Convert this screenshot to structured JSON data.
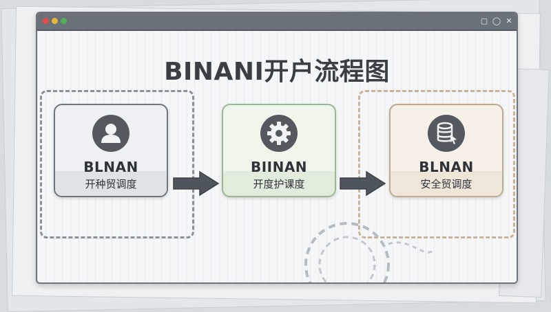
{
  "window": {
    "controls": [
      "▢",
      "◯",
      "✕"
    ]
  },
  "title": "BINANI开户流程图",
  "steps": [
    {
      "name": "BLNAN",
      "subtitle": "开种贸调度",
      "icon": "user-icon"
    },
    {
      "name": "BIINAN",
      "subtitle": "开度护课度",
      "icon": "gear-icon"
    },
    {
      "name": "BLNAN",
      "subtitle": "安全贸调度",
      "icon": "database-icon"
    }
  ],
  "colors": {
    "window_frame": "#6b7179",
    "icon_fill": "#54595f",
    "arrow_fill": "#4f555c",
    "card_user_border": "#6e747c",
    "card_gear_border": "#9ab693",
    "card_db_border": "#c0a88f"
  }
}
